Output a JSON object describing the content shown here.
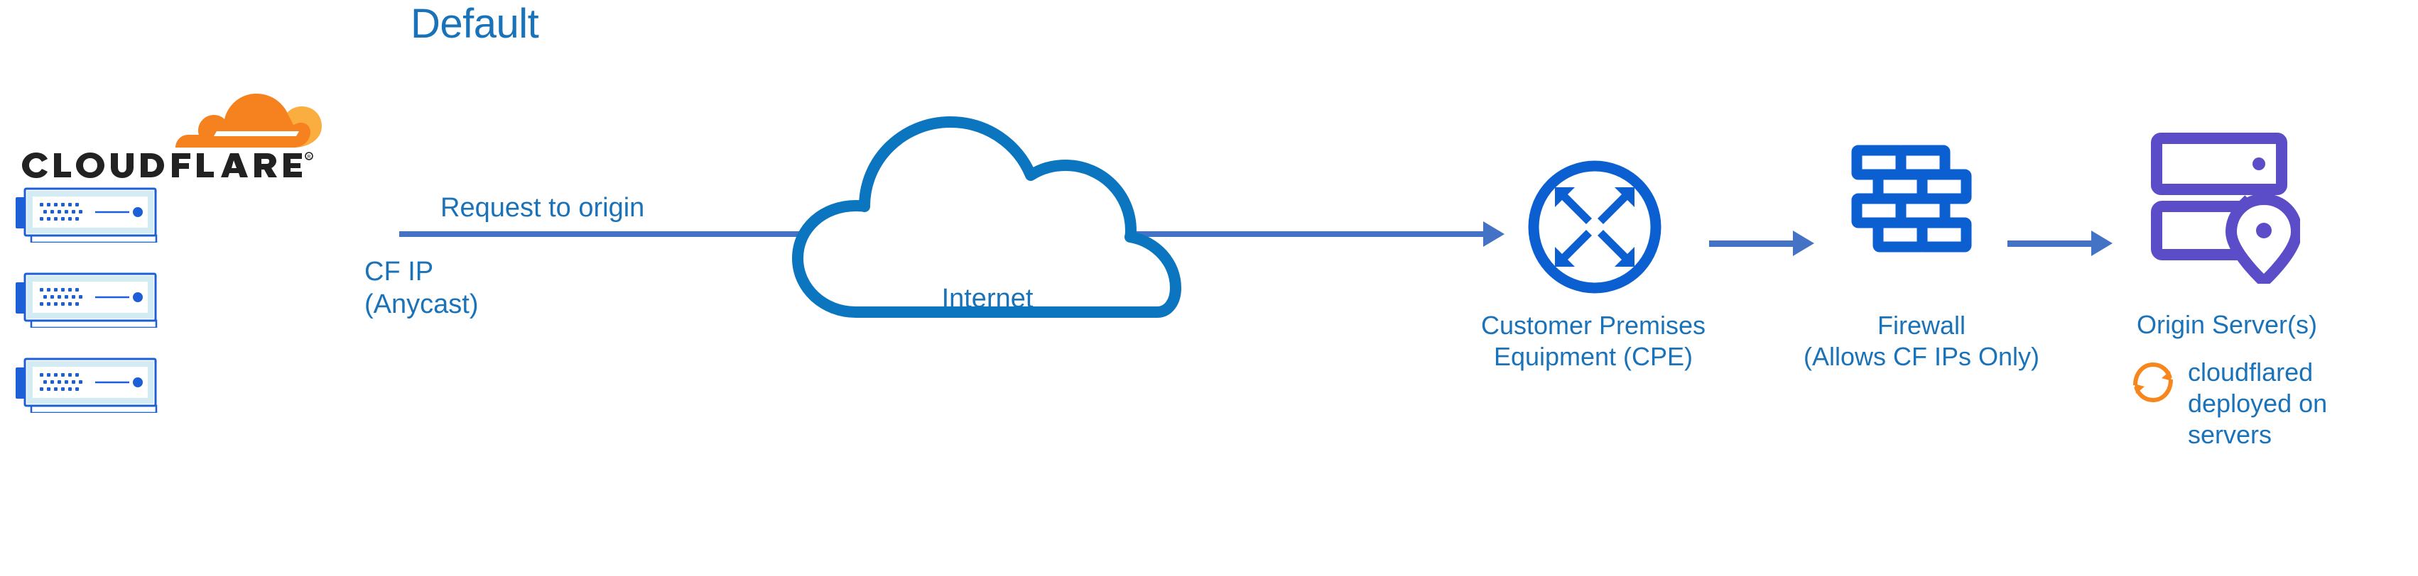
{
  "diagram": {
    "title": "Default",
    "type": "network-traffic-flow",
    "background": "#ffffff"
  },
  "colors": {
    "heading_blue": "#1a72b8",
    "label_blue": "#1a72b8",
    "arrow_blue": "#4472c4",
    "icon_blue": "#0b5fd0",
    "cloud_outline_blue": "#0b76bf",
    "server_purple": "#5b4dc7",
    "cloudflare_orange_dark": "#f6821f",
    "cloudflare_orange_light": "#faae40",
    "wordmark_black": "#222222",
    "server_body_light": "#d7edf5"
  },
  "source": {
    "brand_name": "CLOUDFLARE",
    "brand_mark": "cloudflare-cloud-logo",
    "registered_mark": "®",
    "server_count": 3,
    "server_icon_name": "network-switch-icon"
  },
  "flow": {
    "primary_arrow_label": "Request to origin",
    "primary_arrow_sublabel": "CF IP\n(Anycast)",
    "primary_arrow_sublabel_lines": [
      "CF IP",
      "(Anycast)"
    ],
    "arrow_icon_name": "right-arrow-icon"
  },
  "nodes": [
    {
      "id": "internet",
      "icon": "cloud-icon",
      "label": "Internet",
      "label_lines": [
        "Internet"
      ]
    },
    {
      "id": "cpe",
      "icon": "router-four-arrows-icon",
      "label": "Customer Premises Equipment (CPE)",
      "label_lines": [
        "Customer Premises",
        "Equipment (CPE)"
      ]
    },
    {
      "id": "firewall",
      "icon": "brick-wall-icon",
      "label": "Firewall (Allows CF IPs Only)",
      "label_lines": [
        "Firewall",
        "(Allows CF IPs Only)"
      ]
    },
    {
      "id": "origin",
      "icon": "server-with-location-pin-icon",
      "label": "Origin Server(s)",
      "label_lines": [
        "Origin Server(s)"
      ]
    }
  ],
  "annotations": [
    {
      "id": "cloudflared",
      "icon": "orange-sync-arrows-icon",
      "text": "cloudflared deployed on servers",
      "lines": [
        "cloudflared",
        "deployed on",
        "servers"
      ]
    }
  ]
}
